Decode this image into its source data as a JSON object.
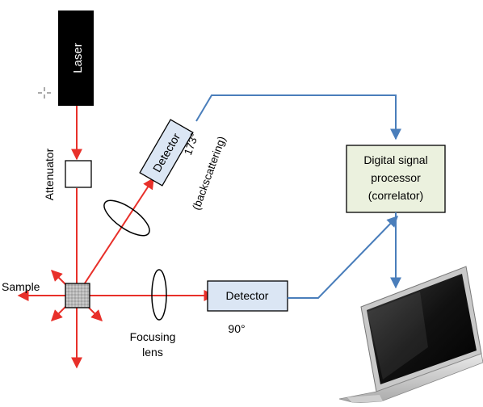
{
  "labels": {
    "laser": "Laser",
    "attenuator": "Attenuator",
    "sample": "Sample",
    "focusing_lens_line1": "Focusing",
    "focusing_lens_line2": "lens",
    "detector_90": "Detector",
    "angle_90": "90°",
    "detector_173": "Detector",
    "angle_173_line1": "173°",
    "angle_173_line2": "(backscattering)",
    "dsp_line1": "Digital signal",
    "dsp_line2": "processor",
    "dsp_line3": "(correlator)"
  },
  "colors": {
    "laser_beam": "#e8302a",
    "signal_line": "#4a7ebb",
    "detector_fill": "#dbe6f4",
    "dsp_fill": "#ebf1de",
    "laser_body": "#000000"
  },
  "icons": {
    "computer": "laptop-icon",
    "cursor": "crosshair-cursor-icon"
  }
}
